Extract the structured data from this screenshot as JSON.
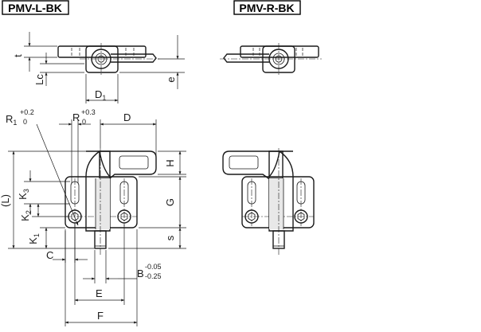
{
  "titles": {
    "left": "PMV-L-BK",
    "right": "PMV-R-BK"
  },
  "labels": {
    "t": "t",
    "Lc": "Lc",
    "e": "e",
    "D1_main": "D",
    "D1_sub": "1",
    "R1_main": "R",
    "R1_sub": "1",
    "R1_tol_upper": "+0.2",
    "R1_tol_lower": "0",
    "R": "R",
    "R_tol_upper": "+0.3",
    "R_tol_lower": "0",
    "D": "D",
    "H": "H",
    "G": "G",
    "s": "s",
    "L": "(L)",
    "K3_main": "K",
    "K3_sub": "3",
    "K2_main": "K",
    "K2_sub": "2",
    "K1_main": "K",
    "K1_sub": "1",
    "C": "C",
    "B": "B",
    "B_tol_upper": "-0.05",
    "B_tol_lower": "-0.25",
    "E": "E",
    "F": "F"
  }
}
